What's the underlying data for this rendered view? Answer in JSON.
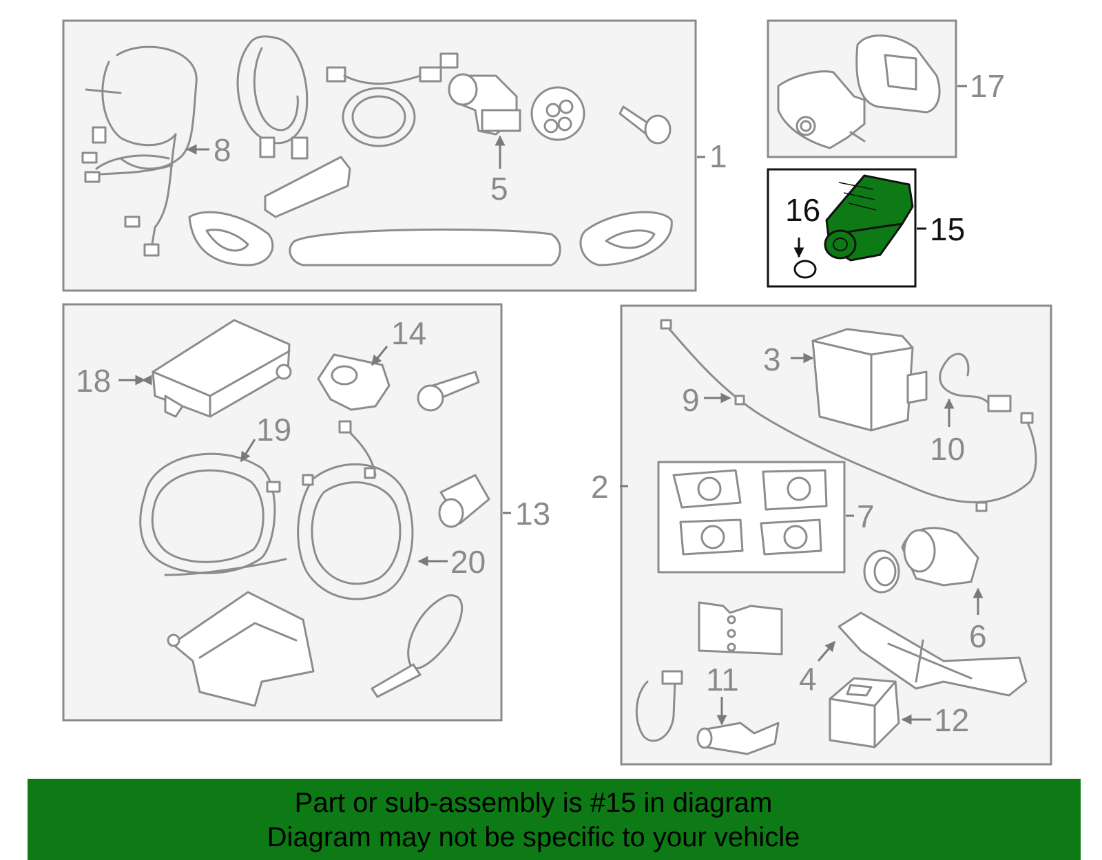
{
  "callouts": {
    "c1": "1",
    "c2": "2",
    "c3": "3",
    "c4": "4",
    "c5": "5",
    "c6": "6",
    "c7": "7",
    "c8": "8",
    "c9": "9",
    "c10": "10",
    "c11": "11",
    "c12": "12",
    "c13": "13",
    "c14": "14",
    "c15": "15",
    "c16": "16",
    "c17": "17",
    "c18": "18",
    "c19": "19",
    "c20": "20"
  },
  "highlight_color": "#0d7a16",
  "footer": {
    "line1": "Part or sub-assembly is #15 in diagram",
    "line2": "Diagram may not be specific to your vehicle"
  }
}
